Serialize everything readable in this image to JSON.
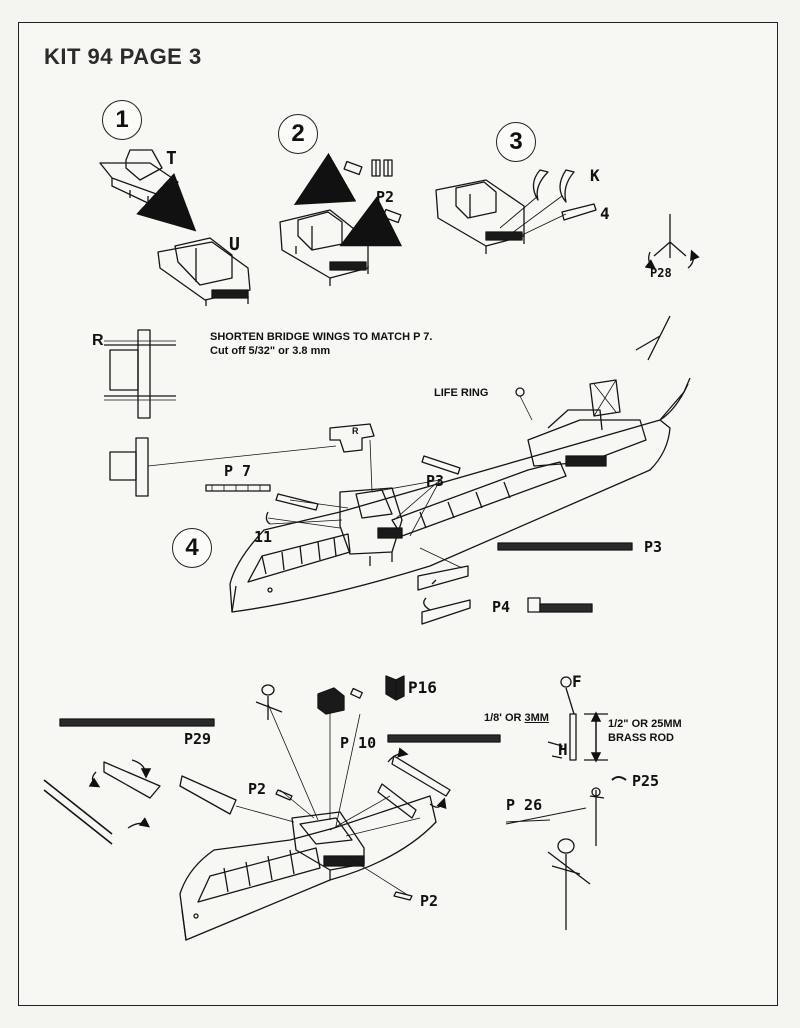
{
  "page": {
    "title": "KIT  94  PAGE 3"
  },
  "steps": [
    "1",
    "2",
    "3",
    "4"
  ],
  "notes": {
    "bridge_line1": "SHORTEN BRIDGE WINGS TO MATCH P 7.",
    "bridge_line2": "Cut off 5/32\" or 3.8 mm",
    "life_ring": "LIFE RING",
    "eighth": "1/8' OR ",
    "three_mm": "3MM",
    "half_line1": "1/2\" OR 25MM",
    "half_line2": "BRASS ROD"
  },
  "parts": {
    "T": "T",
    "U": "U",
    "K": "K",
    "four": "4",
    "P2": "P2",
    "P28": "P28",
    "R": "R",
    "R_small": "R",
    "P7": "P 7",
    "P3_a": "P3",
    "P3_b": "P3",
    "eleven": "11",
    "P4": "P4",
    "P16": "P16",
    "P29": "P29",
    "P10": "P 10",
    "F": "F",
    "H": "H",
    "P26": "P 26",
    "P25": "P25",
    "P2_mid": "P2",
    "P2_low": "P2"
  }
}
